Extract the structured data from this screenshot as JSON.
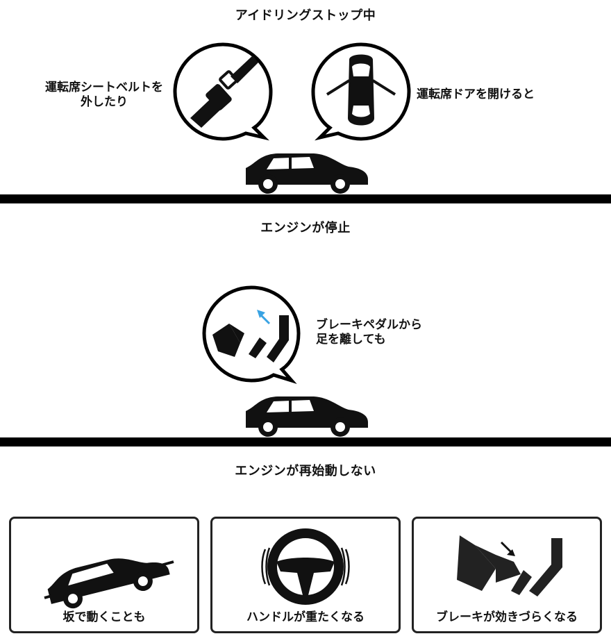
{
  "header": {
    "title": "アイドリングストップ中"
  },
  "scene1": {
    "left_text_line1": "運転席シートベルトを",
    "left_text_line2": "外したり",
    "right_text": "運転席ドアを開けると",
    "left_bubble_icon": "seatbelt-buckle-icon",
    "right_bubble_icon": "car-open-doors-icon"
  },
  "middle": {
    "caption": "エンジンが停止"
  },
  "scene2": {
    "text_line1": "ブレーキペダルから",
    "text_line2": "足を離しても",
    "bubble_icon": "foot-releasing-pedal-icon",
    "accent_color": "#3aa3e3"
  },
  "bottom": {
    "caption": "エンジンが再始動しない"
  },
  "panels": [
    {
      "label": "坂で動くことも",
      "icon": "car-on-slope-icon"
    },
    {
      "label": "ハンドルが重たくなる",
      "icon": "steering-wheel-icon"
    },
    {
      "label": "ブレーキが効きづらくなる",
      "icon": "foot-pressing-pedal-icon"
    }
  ]
}
